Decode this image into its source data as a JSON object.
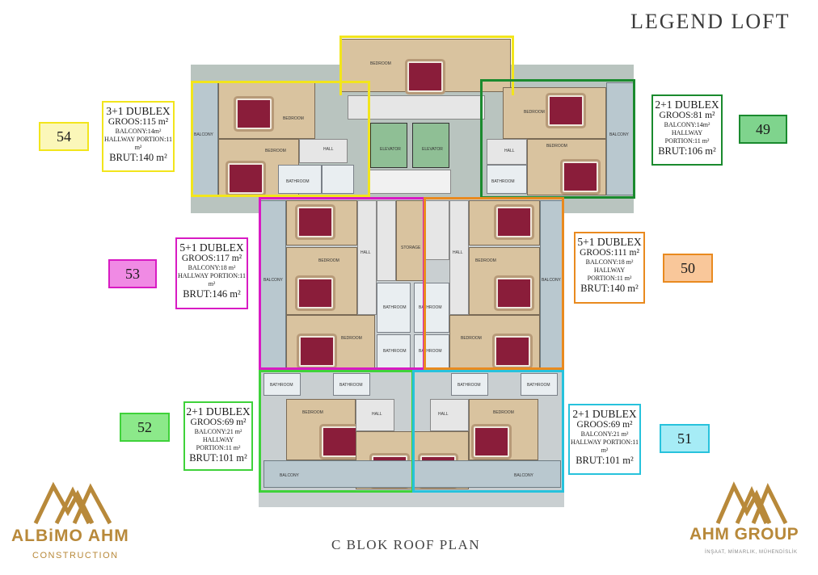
{
  "title": "LEGEND LOFT",
  "subtitle": "C BLOK ROOF PLAN",
  "colors": {
    "yellow": "#f2e51c",
    "green_dark": "#1a8a2e",
    "magenta": "#d81bc3",
    "orange": "#e98a1f",
    "green": "#3fd23a",
    "cyan": "#27c2dc",
    "gold": "#b8893a"
  },
  "units": [
    {
      "no": "54",
      "type": "3+1 DUBLEX",
      "groos": "GROOS:115 m²",
      "balcony": "BALCONY:14m²",
      "hallway": "HALLWAY PORTION:11 m²",
      "brut": "BRUT:140 m²",
      "color": "#f2e51c",
      "num_bg": "#fbf7b9"
    },
    {
      "no": "49",
      "type": "2+1 DUBLEX",
      "groos": "GROOS:81 m²",
      "balcony": "BALCONY:14m²",
      "hallway": "HALLWAY PORTION:11 m²",
      "brut": "BRUT:106 m²",
      "color": "#1a8a2e",
      "num_bg": "#7fd48d"
    },
    {
      "no": "53",
      "type": "5+1 DUBLEX",
      "groos": "GROOS:117 m²",
      "balcony": "BALCONY:18 m²",
      "hallway": "HALLWAY PORTION:11 m²",
      "brut": "BRUT:146 m²",
      "color": "#d81bc3",
      "num_bg": "#f08ae4"
    },
    {
      "no": "50",
      "type": "5+1 DUBLEX",
      "groos": "GROOS:111 m²",
      "balcony": "BALCONY:18 m²",
      "hallway": "HALLWAY PORTION:11 m²",
      "brut": "BRUT:140 m²",
      "color": "#e98a1f",
      "num_bg": "#f9c79a"
    },
    {
      "no": "52",
      "type": "2+1 DUBLEX",
      "groos": "GROOS:69 m²",
      "balcony": "BALCONY:21 m²",
      "hallway": "HALLWAY PORTION:11 m²",
      "brut": "BRUT:101 m²",
      "color": "#3fd23a",
      "num_bg": "#8ce98a"
    },
    {
      "no": "51",
      "type": "2+1 DUBLEX",
      "groos": "GROOS:69 m²",
      "balcony": "BALCONY:21 m²",
      "hallway": "HALLWAY PORTION:11 m²",
      "brut": "BRUT:101 m²",
      "color": "#27c2dc",
      "num_bg": "#a6ecf6"
    }
  ],
  "plan_labels": {
    "bedroom": "BEDROOM",
    "balcony": "BALCONY",
    "hall": "HALL",
    "bathroom": "BATHROOM",
    "elevator": "ELEVATOR",
    "storage": "STORAGE"
  },
  "logos": {
    "left_name": "ALBiMO AHM",
    "left_sub": "CONSTRUCTION",
    "right_name": "AHM GROUP",
    "right_sub": "İNŞAAT, MİMARLIK, MÜHENDİSLİK"
  }
}
